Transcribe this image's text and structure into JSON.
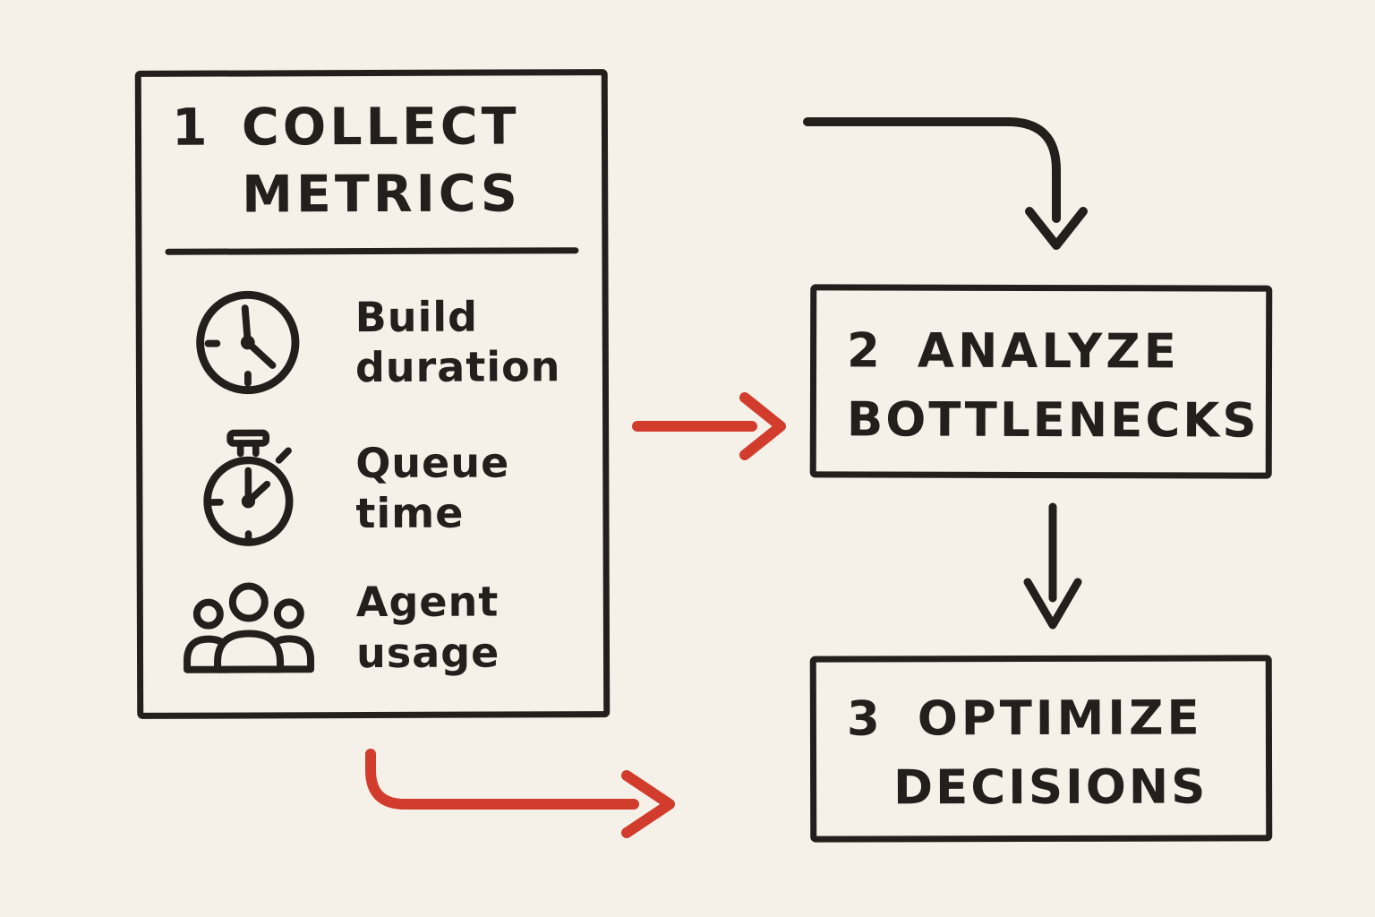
{
  "colors": {
    "paper": "#f5f1e9",
    "ink": "#221f1c",
    "accent": "#d23c2d"
  },
  "step1": {
    "number": "1",
    "title": [
      "COLLECT",
      "METRICS"
    ],
    "metrics": [
      {
        "icon": "clock-icon",
        "label": [
          "Build",
          "duration"
        ]
      },
      {
        "icon": "stopwatch-icon",
        "label": [
          "Queue",
          "time"
        ]
      },
      {
        "icon": "people-icon",
        "label": [
          "Agent",
          "usage"
        ]
      }
    ]
  },
  "step2": {
    "number": "2",
    "title": [
      "ANALYZE",
      "BOTTLENECKS"
    ]
  },
  "step3": {
    "number": "3",
    "title": [
      "OPTIMIZE",
      "DECISIONS"
    ]
  },
  "arrows": [
    {
      "name": "arrow-step1-top-to-step2",
      "color": "#221f1c",
      "shape": "elbow-down"
    },
    {
      "name": "arrow-step1-to-step2",
      "color": "#d23c2d",
      "shape": "straight-right"
    },
    {
      "name": "arrow-step2-to-step3",
      "color": "#221f1c",
      "shape": "straight-down"
    },
    {
      "name": "arrow-step1-bottom-to-step3",
      "color": "#d23c2d",
      "shape": "elbow-right"
    }
  ]
}
